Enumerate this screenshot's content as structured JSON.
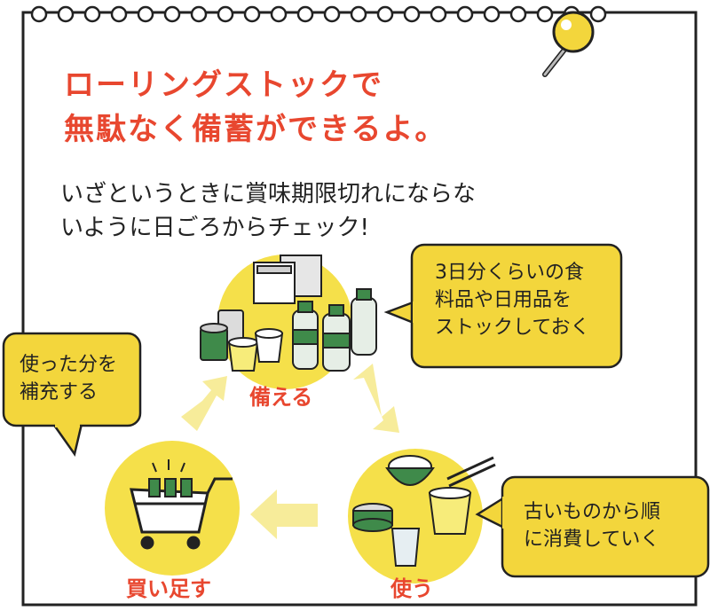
{
  "title": {
    "line1": "ローリングストックで",
    "line2": "無駄なく備蓄ができるよ。"
  },
  "description": {
    "line1": "いざというときに賞味期限切れにならな",
    "line2": "いように日ごろからチェック!"
  },
  "steps": {
    "prepare": "備える",
    "use": "使う",
    "buy": "買い足す"
  },
  "bubbles": {
    "stock": [
      "3日分くらいの食",
      "料品や日用品を",
      "ストックしておく"
    ],
    "refill": [
      "使った分を",
      "補充する"
    ],
    "consume": [
      "古いものから順",
      "に消費していく"
    ]
  },
  "colors": {
    "accent": "#e8472f",
    "circle": "#f5e04a",
    "bubble": "#f3d63c",
    "arrow": "#f7ec9a",
    "text": "#222222"
  },
  "icons": [
    "magnifier-icon",
    "water-bottle-icon",
    "canned-food-icon",
    "cup-noodle-icon",
    "rice-bowl-icon",
    "shopping-cart-icon"
  ]
}
